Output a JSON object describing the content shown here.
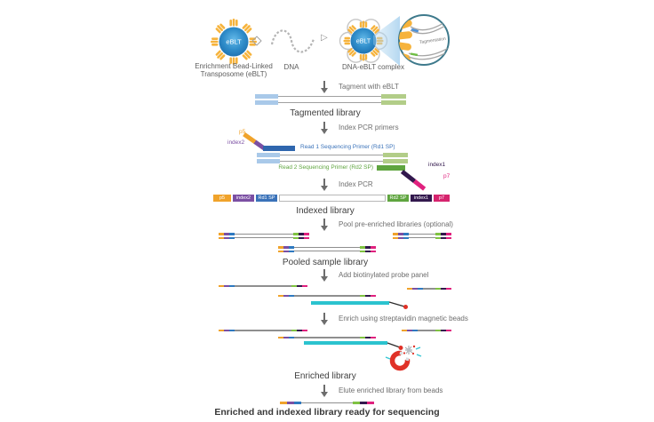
{
  "top": {
    "eblt_bead_label": "eBLT",
    "eblt_caption_line1": "Enrichment Bead-Linked",
    "eblt_caption_line2": "Transposome (eBLT)",
    "dna_caption": "DNA",
    "complex_bead_label": "eBLT",
    "complex_caption": "DNA-eBLT complex",
    "tagmentation_label": "Tagmentation"
  },
  "steps": [
    {
      "label": "Tagment with eBLT"
    },
    {
      "label": "Index PCR primers"
    },
    {
      "label": "Index PCR"
    },
    {
      "label": "Pool pre-enriched libraries (optional)"
    },
    {
      "label": "Add biotinylated probe panel"
    },
    {
      "label": "Enrich using streptavidin magnetic beads"
    },
    {
      "label": "Elute enriched library from beads"
    }
  ],
  "stages": {
    "tagmented": "Tagmented library",
    "indexed": "Indexed library",
    "pooled": "Pooled sample library",
    "enriched": "Enriched library",
    "final": "Enriched and indexed library ready for sequencing"
  },
  "primers": {
    "p5_label": "p5",
    "index2_label": "index2",
    "rd1_text": "Read 1 Sequencing Primer (Rd1 SP)",
    "rd2_text": "Read 2 Sequencing Primer (Rd2 SP)",
    "index1_label": "index1",
    "p7_label": "p7"
  },
  "indexed_bar": {
    "segments": [
      {
        "label": "p5",
        "color": "#F0A32B",
        "width": 20
      },
      {
        "label": "index2",
        "color": "#7B4FA3",
        "width": 24
      },
      {
        "label": "Rd1 SP",
        "color": "#3A72B9",
        "width": 24
      },
      {
        "label": "",
        "color": "#FFFFFF",
        "width": 120
      },
      {
        "label": "Rd2 SP",
        "color": "#5FA53F",
        "width": 24
      },
      {
        "label": "index1",
        "color": "#32184D",
        "width": 24
      },
      {
        "label": "p7",
        "color": "#D6246E",
        "width": 18
      }
    ]
  },
  "colors": {
    "p5_orange": "#F0A32B",
    "index2_purple": "#7B4FA3",
    "rd1_blue": "#2E79C0",
    "rd2_green": "#7FC241",
    "index1_darkpurple": "#32184D",
    "p7_magenta": "#E0217E",
    "library_end_blue": "#A9C9E9",
    "library_end_green": "#B2CD88",
    "probe_cyan": "#2BC3CF",
    "biotin_red": "#E03127",
    "bead_blue": "#2F8CC9",
    "transposome_yellow": "#F6B33C"
  }
}
